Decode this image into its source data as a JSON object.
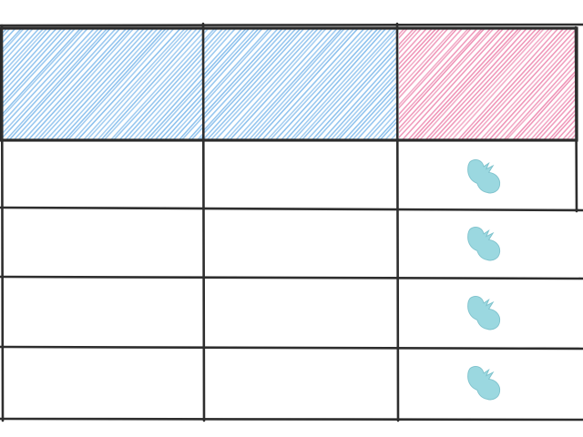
{
  "table": {
    "header_cells": [
      {
        "fill": "blue-hatch"
      },
      {
        "fill": "blue-hatch"
      },
      {
        "fill": "pink-hatch"
      }
    ],
    "body_rows": 4,
    "row_icon": "ghost-hand-icon"
  },
  "colors": {
    "blue_hatch": "#8ec2ee",
    "pink_hatch": "#ef95b8",
    "grid": "#2e2e2e",
    "icon": "#9bd8e0",
    "icon_outline": "#7fc2cc"
  }
}
